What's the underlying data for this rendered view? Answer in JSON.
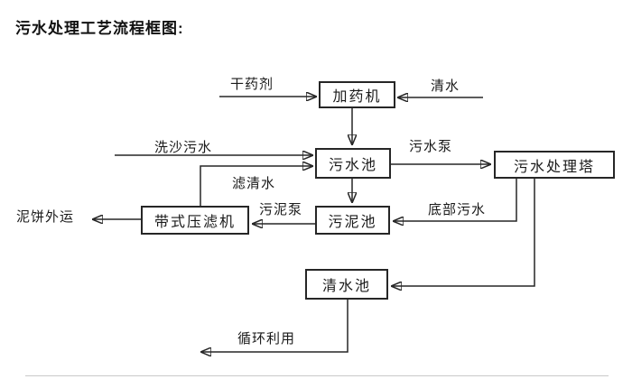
{
  "title": "污水处理工艺流程框图:",
  "diagram": {
    "type": "flowchart",
    "line_color": "#262626",
    "background": "#ffffff",
    "nodes": [
      {
        "id": "dosing-machine",
        "label": "加药机"
      },
      {
        "id": "sewage-pool",
        "label": "污水池"
      },
      {
        "id": "sewage-treatment-tower",
        "label": "污水处理塔"
      },
      {
        "id": "belt-filter-press",
        "label": "带式压滤机"
      },
      {
        "id": "sludge-pool",
        "label": "污泥池"
      },
      {
        "id": "clean-water-pool",
        "label": "清水池"
      }
    ],
    "flow_labels": [
      {
        "id": "dry-chemical",
        "label": "干药剂"
      },
      {
        "id": "clean-water",
        "label": "清水"
      },
      {
        "id": "sand-wash-sewage",
        "label": "洗沙污水"
      },
      {
        "id": "sewage-pump",
        "label": "污水泵"
      },
      {
        "id": "filtered-water",
        "label": "滤清水"
      },
      {
        "id": "sludge-pump",
        "label": "污泥泵"
      },
      {
        "id": "bottom-sewage",
        "label": "底部污水"
      },
      {
        "id": "mud-cake-out",
        "label": "泥饼外运"
      },
      {
        "id": "recycle-use",
        "label": "循环利用"
      }
    ],
    "edges": [
      {
        "from": "dry-chemical-source",
        "to": "dosing-machine",
        "label": "干药剂"
      },
      {
        "from": "clean-water-source",
        "to": "dosing-machine",
        "label": "清水"
      },
      {
        "from": "dosing-machine",
        "to": "sewage-pool",
        "label": ""
      },
      {
        "from": "sand-wash-source",
        "to": "sewage-pool",
        "label": "洗沙污水"
      },
      {
        "from": "belt-filter-press",
        "to": "sewage-pool",
        "label": "滤清水"
      },
      {
        "from": "sewage-pool",
        "to": "sewage-treatment-tower",
        "label": "污水泵"
      },
      {
        "from": "sewage-pool",
        "to": "sludge-pool",
        "label": ""
      },
      {
        "from": "sewage-treatment-tower",
        "to": "sludge-pool",
        "label": "底部污水"
      },
      {
        "from": "sludge-pool",
        "to": "belt-filter-press",
        "label": "污泥泵"
      },
      {
        "from": "belt-filter-press",
        "to": "mud-cake-out",
        "label": "泥饼外运"
      },
      {
        "from": "sewage-treatment-tower",
        "to": "clean-water-pool",
        "label": ""
      },
      {
        "from": "clean-water-pool",
        "to": "recycle-use",
        "label": "循环利用"
      }
    ]
  }
}
